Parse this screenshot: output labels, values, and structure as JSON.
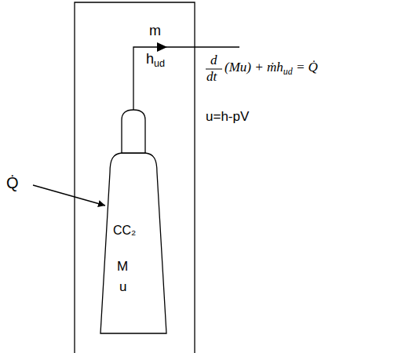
{
  "diagram": {
    "nodes": [
      {
        "text": [
          "CC₂",
          "M",
          "u"
        ]
      }
    ],
    "labels": [
      "m",
      "hud",
      "Q̇",
      "d",
      "dt",
      "(Mu) + ṁhud = Q̇",
      "u=h-pV"
    ]
  }
}
